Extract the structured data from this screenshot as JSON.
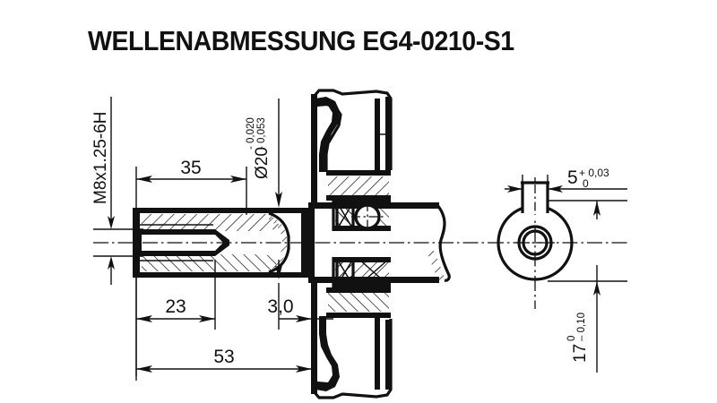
{
  "document": {
    "title": "WELLENABMESSUNG EG4-0210-S1",
    "type": "technical-drawing",
    "language": "de",
    "background_color": "#ffffff",
    "line_color": "#111111"
  },
  "dimensions": {
    "thread": {
      "label": "M8x1.25-6H",
      "orientation": "vertical",
      "meaning": "tapped-bore-thread-spec"
    },
    "shaft_diameter": {
      "label": "Ø20",
      "tolerance_upper": "- 0,020",
      "tolerance_lower": "- 0,053",
      "orientation": "vertical",
      "meaning": "shaft-outer-diameter"
    },
    "length_35": {
      "label": "35",
      "meaning": "shaft-step-length"
    },
    "length_23": {
      "label": "23",
      "meaning": "thread-depth-length"
    },
    "length_30": {
      "label": "3,0",
      "meaning": "shoulder-face-offset"
    },
    "length_53": {
      "label": "53",
      "meaning": "overall-shaft-length"
    },
    "keyway_width": {
      "label": "5",
      "tolerance_upper": "+ 0,03",
      "tolerance_lower": "0",
      "meaning": "keyway-slot-width"
    },
    "keyway_depth": {
      "label": "17",
      "tolerance_upper": "0",
      "tolerance_lower": "– 0,10",
      "orientation": "vertical",
      "meaning": "shaft-over-key-height"
    }
  },
  "views": {
    "section_view": {
      "name": "longitudinal-section",
      "features": [
        "threaded-bore",
        "shaft-step",
        "housing-seal",
        "ball-bearing",
        "break-line"
      ]
    },
    "end_view": {
      "name": "end-face-view",
      "features": [
        "shaft-outer-circle",
        "thread-circles",
        "keyway-slot"
      ]
    }
  }
}
